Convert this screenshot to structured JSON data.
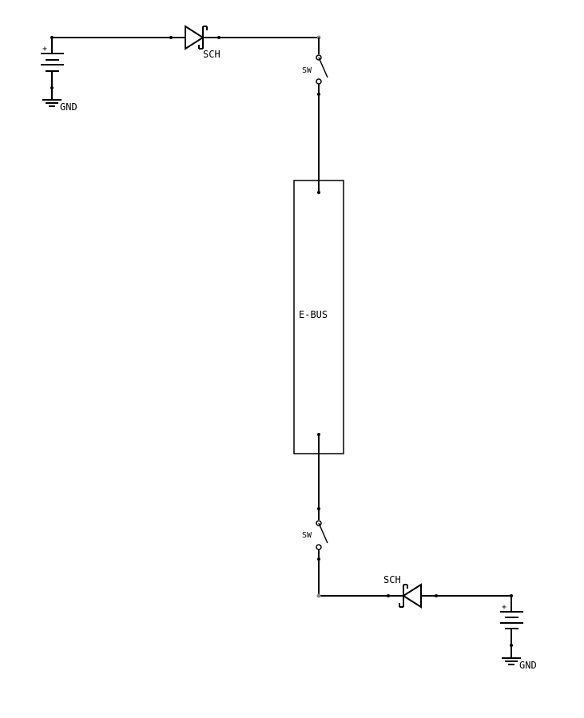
{
  "labels": {
    "top_gnd": "GND",
    "top_diode": "SCH",
    "top_switch": "SW",
    "top_battery_plus": "+",
    "bus": "E-BUS",
    "bottom_switch": "SW",
    "bottom_diode": "SCH",
    "bottom_battery_plus": "+",
    "bottom_gnd": "GND"
  },
  "colors": {
    "ink": "#000000",
    "junction_gray": "#888888",
    "background": "#ffffff"
  }
}
